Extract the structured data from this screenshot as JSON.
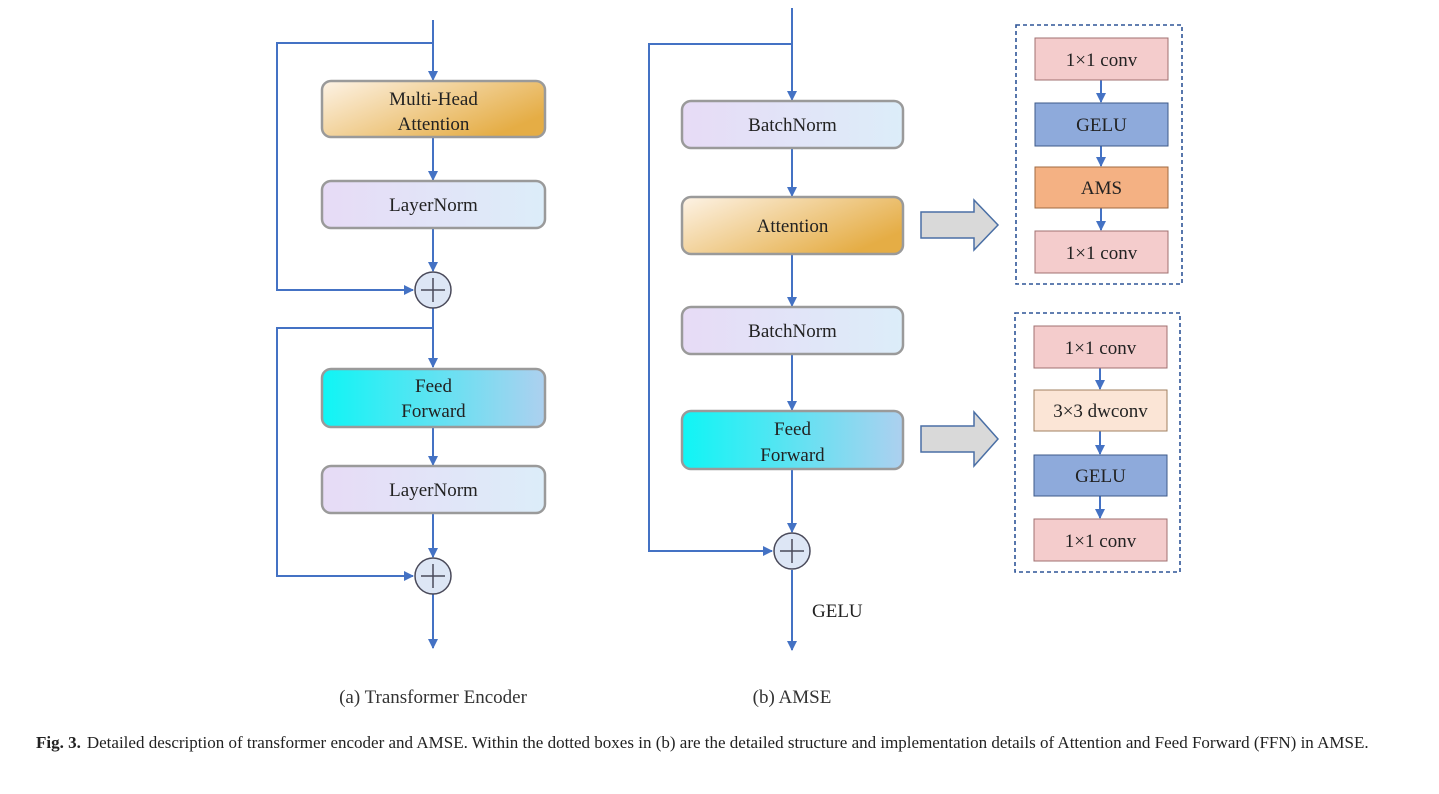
{
  "encoder": {
    "mha": [
      "Multi-Head",
      "Attention"
    ],
    "layernorm1": "LayerNorm",
    "ff": [
      "Feed",
      "Forward"
    ],
    "layernorm2": "LayerNorm",
    "caption": "(a) Transformer Encoder"
  },
  "amse": {
    "batchnorm1": "BatchNorm",
    "attention": "Attention",
    "batchnorm2": "BatchNorm",
    "ff": [
      "Feed",
      "Forward"
    ],
    "output_label": "GELU",
    "caption": "(b) AMSE"
  },
  "attention_detail": {
    "conv_in": "1×1  conv",
    "gelu": "GELU",
    "ams": "AMS",
    "conv_out": "1×1  conv"
  },
  "ffn_detail": {
    "conv_in": "1×1  conv",
    "dwconv": "3×3  dwconv",
    "gelu": "GELU",
    "conv_out": "1×1  conv"
  },
  "figure_caption": {
    "label": "Fig. 3.",
    "text": "Detailed description of transformer encoder and AMSE. Within the dotted boxes in (b) are the detailed structure and implementation details of Attention and Feed Forward (FFN) in AMSE."
  },
  "colors": {
    "arrow": "#4472c4",
    "attention_gradient": [
      "#fbeedd",
      "#e6b04a"
    ],
    "norm_gradient": [
      "#e6dcf5",
      "#dcecf8"
    ],
    "ff_gradient": [
      "#14f0f0",
      "#a9d2ee"
    ],
    "conv_fill": "#f4cccc",
    "gelu_fill": "#8eaadb",
    "ams_fill": "#f4b183",
    "dwconv_fill": "#fbe5d6",
    "dashed_border": "#2f5597"
  }
}
